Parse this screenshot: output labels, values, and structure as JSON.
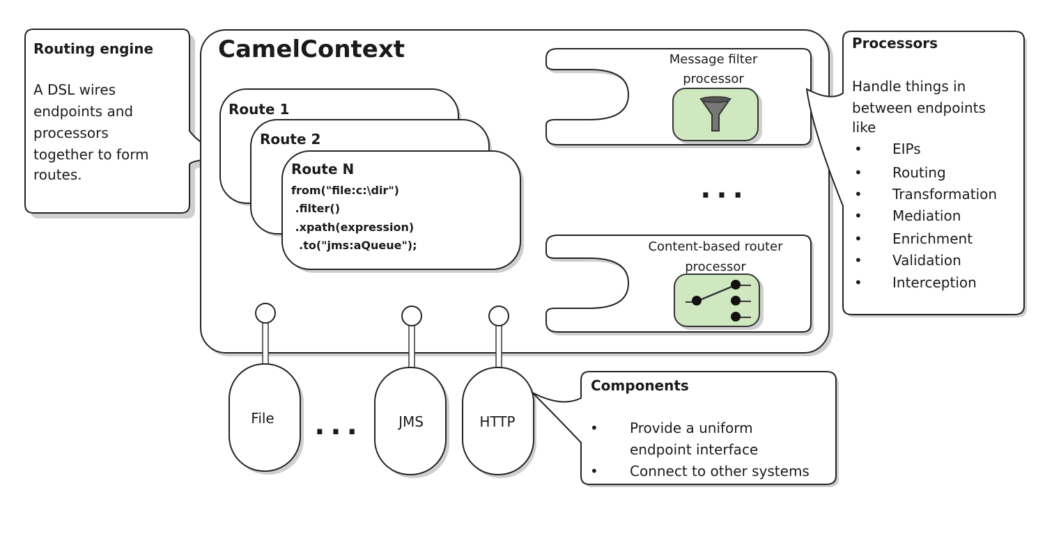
{
  "camel_context": {
    "title": "CamelContext"
  },
  "routing_engine": {
    "title": "Routing engine",
    "lines": [
      "A DSL wires",
      "endpoints and",
      "processors",
      "together to form",
      "routes."
    ]
  },
  "routes": {
    "route1": "Route 1",
    "route2": "Route 2",
    "routeN": "Route N",
    "code": [
      "from(\"file:c:\\dir\")",
      " .filter()",
      " .xpath(expression)",
      "  .to(\"jms:aQueue\");"
    ]
  },
  "message_filter": {
    "lines": [
      "Message filter",
      "processor"
    ]
  },
  "cbr": {
    "lines": [
      "Content-based router",
      "processor"
    ]
  },
  "ellipsis": "...",
  "processors": {
    "title": "Processors",
    "lines": [
      "Handle things in",
      "between endpoints",
      "like"
    ],
    "items": [
      "EIPs",
      "Routing",
      "Transformation",
      "Mediation",
      "Enrichment",
      "Validation",
      "Interception"
    ]
  },
  "endpoints": {
    "file": "File",
    "jms": "JMS",
    "http": "HTTP"
  },
  "components": {
    "title": "Components",
    "items": [
      [
        "Provide a uniform",
        "endpoint interface"
      ],
      [
        "Connect to other systems"
      ]
    ]
  }
}
